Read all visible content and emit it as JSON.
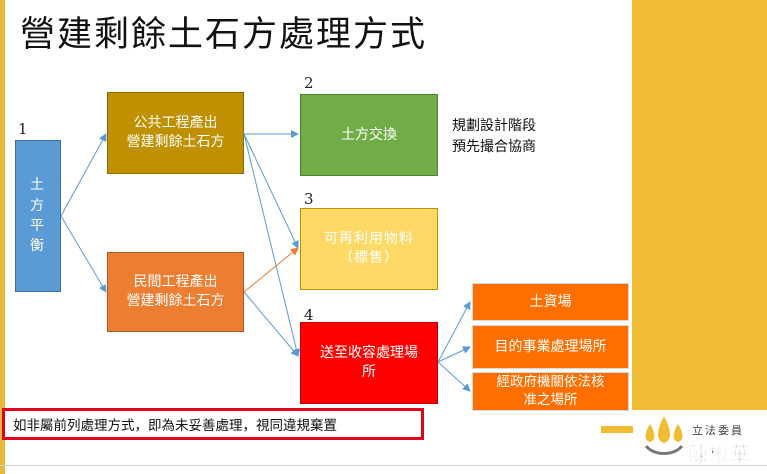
{
  "title": "營建剩餘土石方處理方式",
  "nodes": {
    "balance": {
      "label": "土\n方\n平\n衡",
      "number": "1"
    },
    "public": {
      "label": "公共工程產出\n營建剩餘土石方"
    },
    "private": {
      "label": "民間工程產出\n營建剩餘土石方"
    },
    "exchange": {
      "label": "土方交換",
      "number": "2"
    },
    "reuse": {
      "label": "可再利用物料\n（標售）",
      "number": "3"
    },
    "disposal": {
      "label": "送至收容處理場\n所",
      "number": "4"
    },
    "yard": {
      "label": "土資場"
    },
    "purpose": {
      "label": "目的事業處理場所"
    },
    "govsite": {
      "label": "經政府機關依法核\n准之場所"
    }
  },
  "side_note": "規劃設計階段\n預先撮合協商",
  "warning": "如非屬前列處理方式，即為未妥善處理，視同違規棄置",
  "logo": {
    "top_text": "立法委員",
    "name": "陳椒華"
  },
  "colors": {
    "arrow_blue": "#5b9bd5",
    "arrow_orange": "#ed7d31",
    "warning_border": "#e3001b"
  }
}
